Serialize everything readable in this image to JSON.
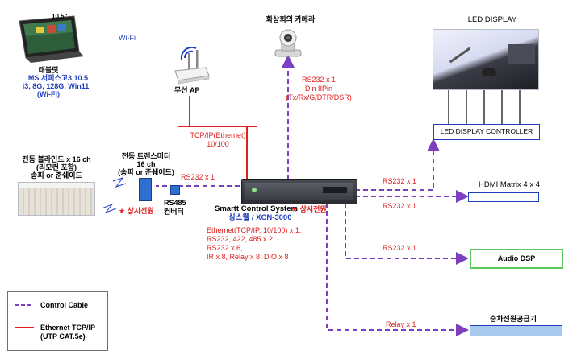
{
  "colors": {
    "control_cable": "#7b3fbf",
    "ethernet": "#e0201f",
    "accent_blue": "#1f3fbf",
    "matrix_fill": "#ffffff",
    "power_fill": "#a9c8ee",
    "dsp_border": "#5cc85c"
  },
  "tablet": {
    "size_label": "10.5\"",
    "title": "태블릿",
    "model": "MS 서피스고3 10.5",
    "spec": "i3, 8G, 128G, Win11",
    "wifi_note": "(Wi-Fi)",
    "icon": "tablet-icon"
  },
  "wifi_label": "Wi-Fi",
  "wireless_ap": {
    "label": "무선 AP",
    "icon": "wireless-router-icon"
  },
  "camera": {
    "label": "화상회의 카메라",
    "icon": "ptz-camera-icon"
  },
  "led_display": {
    "label": "LED DISPLAY",
    "controller_label": "LED DISPLAY CONTROLLER"
  },
  "ethernet_link": {
    "line1": "TCP/IP(Ethernet)",
    "line2": "10/100"
  },
  "camera_link": {
    "line1": "RS232 x 1",
    "line2": "Din 8Pin",
    "line3": "(Tx/Rx/G/DTR/DSR)"
  },
  "blinds": {
    "line1": "전동 블라인드 x 16 ch",
    "line2": "(리모컨 포함)",
    "line3": "송피 or 준쉐이드"
  },
  "transmitter": {
    "line1": "전동 트랜스미터",
    "line2": "16 ch",
    "line3": "(송피 or 준쉐이드)"
  },
  "rs232_to_transmitter": "RS232 x 1",
  "power_note": "★ 상시전원",
  "rs485": {
    "line1": "RS485",
    "line2": "컨버터"
  },
  "controller": {
    "name": "Smartt Control System",
    "model": "싱스웰 / XCN-3000",
    "power_note": "★ 상시전원",
    "specs": [
      "Ethernet(TCP/IP, 10/100)  x 1,",
      "RS232, 422, 485 x 2,",
      "RS232 x 6,",
      "IR x 8, Relay x 8, DIO x 8"
    ]
  },
  "links": {
    "to_led_controller": "RS232 x 1",
    "to_hdmi_matrix": "RS232 x 1",
    "to_audio_dsp": "RS232 x 1",
    "to_power_sequencer": "Relay x 1"
  },
  "hdmi_matrix": {
    "label": "HDMI Matrix 4 x 4"
  },
  "audio_dsp": {
    "label": "Audio DSP"
  },
  "power_sequencer": {
    "label": "순차전원공급기"
  },
  "legend": {
    "control_cable": "Control Cable",
    "ethernet_line1": "Ethernet TCP/IP",
    "ethernet_line2": "(UTP CAT.5e)"
  }
}
